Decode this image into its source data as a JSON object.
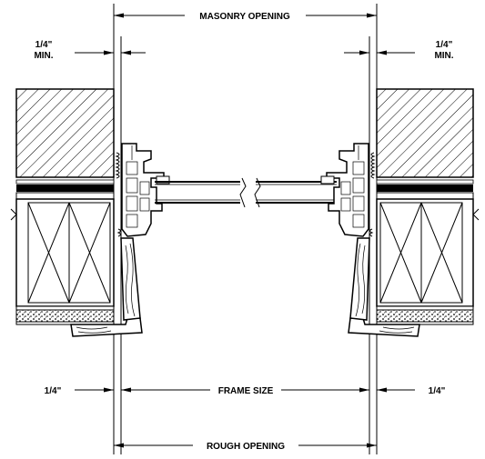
{
  "dimensions": {
    "masonry_opening": "MASONRY OPENING",
    "left_gap_top": [
      "1/4\"",
      "MIN."
    ],
    "right_gap_top": [
      "1/4\"",
      "MIN."
    ],
    "left_gap_bottom": "1/4\"",
    "right_gap_bottom": "1/4\"",
    "frame_size": "FRAME SIZE",
    "rough_opening": "ROUGH OPENING"
  }
}
